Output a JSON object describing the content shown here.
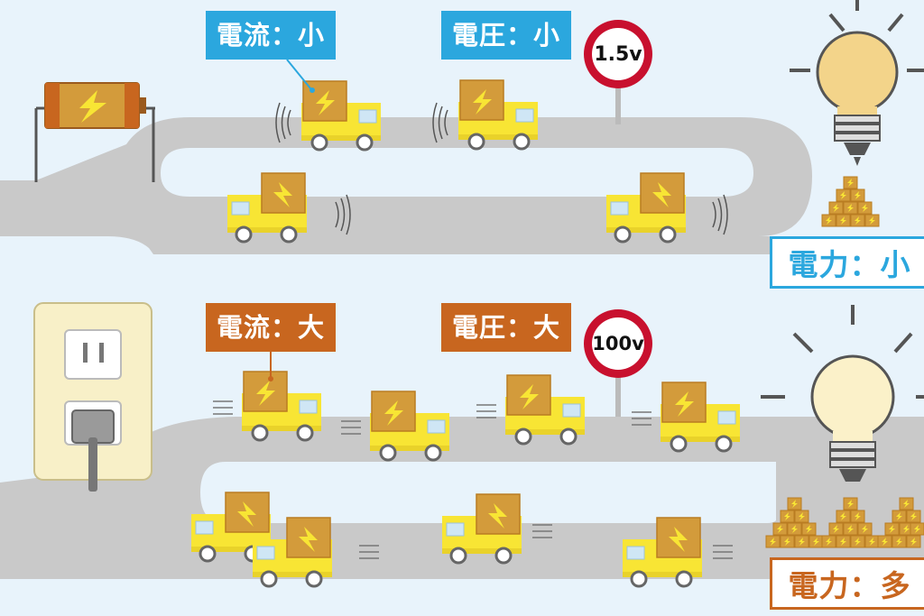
{
  "top": {
    "current_label": "電流：小",
    "voltage_label": "電圧：小",
    "sign_value": "1.5v",
    "power_label": "電力：小"
  },
  "bottom": {
    "current_label": "電流：大",
    "voltage_label": "電圧：大",
    "sign_value": "100v",
    "power_label": "電力：多"
  },
  "colors": {
    "background": "#e8f3fb",
    "road": "#c9c9c9",
    "truck_yellow": "#f8e534",
    "cargo_box": "#d39b3b",
    "bolt": "#f8e534",
    "label_blue": "#2ba7de",
    "label_orange": "#c8661f",
    "sign_red": "#c8102e",
    "bulb_dim": "#f3d48a",
    "bulb_bright": "#fbf1c9"
  },
  "icons": [
    "battery-icon",
    "wall-outlet-icon",
    "plug-icon",
    "truck-icon",
    "lightning-bolt-icon",
    "light-bulb-icon",
    "speed-sign-icon",
    "cargo-box-icon"
  ]
}
